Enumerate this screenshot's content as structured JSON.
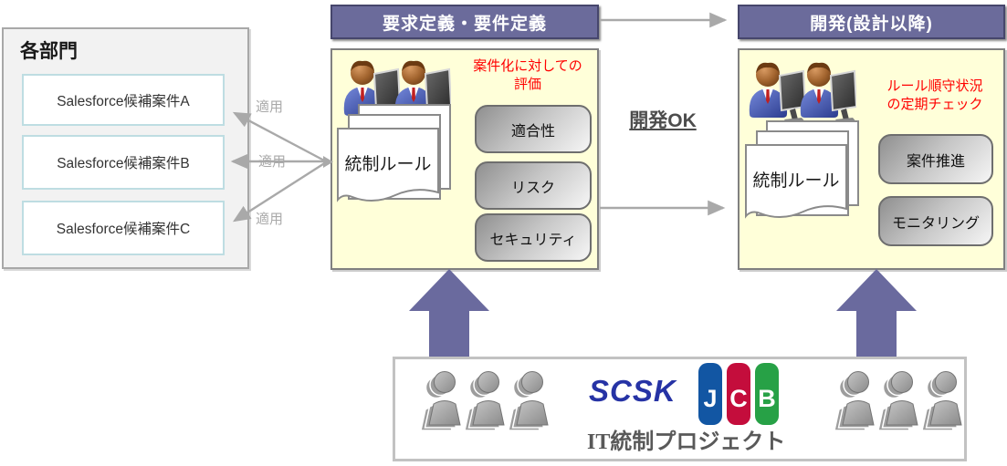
{
  "departments_panel": {
    "title": "各部門",
    "items": [
      {
        "label": "Salesforce候補案件A"
      },
      {
        "label": "Salesforce候補案件B"
      },
      {
        "label": "Salesforce候補案件C"
      }
    ],
    "apply_labels": [
      "適用",
      "適用",
      "適用"
    ]
  },
  "requirements_phase": {
    "header": "要求定義・要件定義",
    "evaluation_note": {
      "line1": "案件化に対しての",
      "line2": "評価"
    },
    "document_label": "統制ルール",
    "buttons": [
      {
        "label": "適合性"
      },
      {
        "label": "リスク"
      },
      {
        "label": "セキュリティ"
      }
    ]
  },
  "development_ok_label": "開発OK",
  "development_phase": {
    "header": "開発(設計以降)",
    "check_note": {
      "line1": "ルール順守状況",
      "line2": "の定期チェック"
    },
    "document_label": "統制ルール",
    "buttons": [
      {
        "label": "案件推進"
      },
      {
        "label": "モニタリング"
      }
    ]
  },
  "project_box": {
    "scsk_logo_text": "SCSK",
    "jcb_logo_letters": {
      "j": "J",
      "c": "C",
      "b": "B"
    },
    "title": "IT統制プロジェクト"
  },
  "colors": {
    "phase_header_bg": "#6b6b9b",
    "panel_yellow": "#ffffd9",
    "note_red": "#ff0000",
    "arrow_gray": "#a9a9a9",
    "block_arrow_purple": "#6a6a9e",
    "dept_box_border": "#bedde2",
    "scsk_blue": "#2633a5",
    "jcb_blue": "#1256a3",
    "jcb_red": "#c40d3c",
    "jcb_green": "#27a146"
  }
}
